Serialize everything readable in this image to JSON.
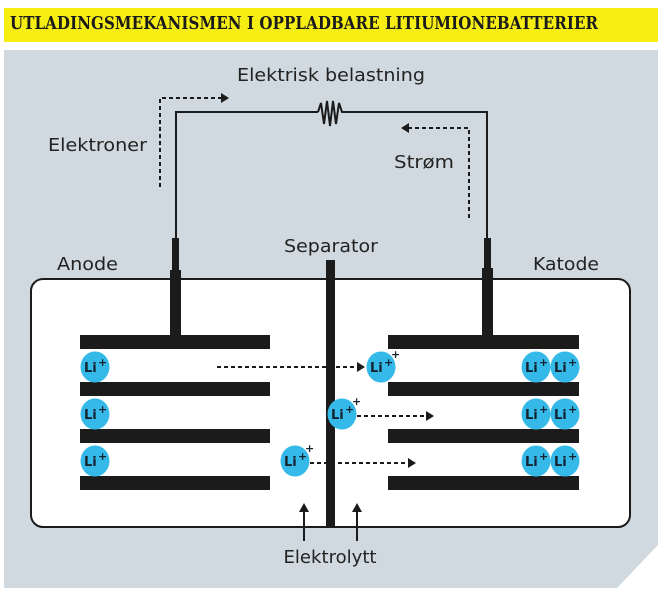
{
  "title": "UTLADINGSMEKANISMEN I OPPLADBARE LITIUMIONEBATTERIER",
  "colors": {
    "title_band": "#f6ee12",
    "panel_background": "#cfd9df",
    "cell_background": "#ffffff",
    "ink": "#1b1b1b",
    "ion": "#35b9e9"
  },
  "labels": {
    "load": "Elektrisk belastning",
    "electrons": "Elektroner",
    "current": "Strøm",
    "anode": "Anode",
    "separator": "Separator",
    "cathode": "Katode",
    "electrolyte": "Elektrolytt"
  },
  "ion": {
    "label": "Li",
    "charge": "+"
  },
  "anode_ions_per_layer": [
    1,
    1,
    1
  ],
  "cathode_ions_per_layer": [
    2,
    2,
    2
  ],
  "migrating_ions_count": 3,
  "icons": {
    "load": "resistor-icon",
    "electron_flow": "dashed-arrow-right",
    "current_flow": "dashed-arrow-left",
    "electrolyte_pointer": "arrow-up"
  }
}
